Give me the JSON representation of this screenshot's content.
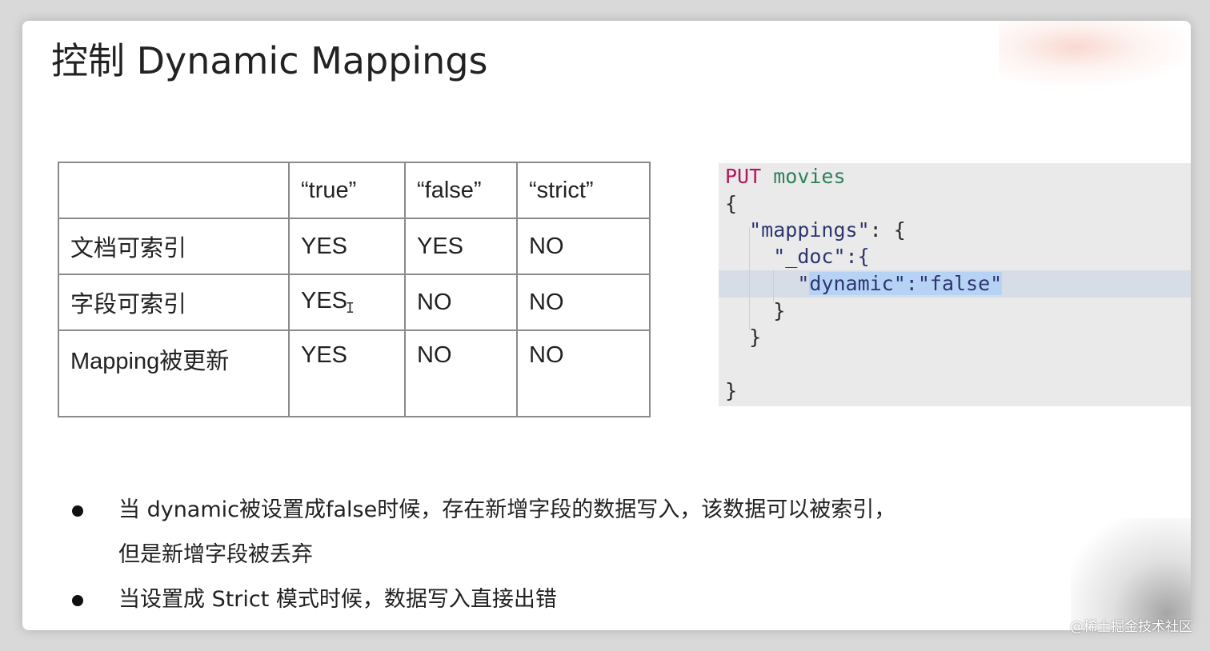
{
  "slide": {
    "title": "控制 Dynamic Mappings"
  },
  "table": {
    "headers": [
      "",
      "“true”",
      "“false”",
      "“strict”"
    ],
    "rows": [
      {
        "label": "文档可索引",
        "values": [
          "YES",
          "YES",
          "NO"
        ]
      },
      {
        "label": "字段可索引",
        "values": [
          "YES",
          "NO",
          "NO"
        ]
      },
      {
        "label": "Mapping被更新",
        "values": [
          "YES",
          "NO",
          "NO"
        ]
      }
    ]
  },
  "code": {
    "method": "PUT",
    "index": "movies",
    "open_brace": "{",
    "mappings_key": "\"mappings\"",
    "mappings_rest": ": {",
    "doc_line": "\"_doc\":{",
    "dynamic_quote_open": "\"",
    "dynamic_key": "dynamic",
    "dynamic_rest": "\":\"false\"",
    "close_doc": "}",
    "close_mappings": "}",
    "close_root": "}"
  },
  "bullets": [
    {
      "line1": "当 dynamic被设置成false时候，存在新增字段的数据写入，该数据可以被索引，",
      "line2": "但是新增字段被丢弃"
    },
    {
      "line1": "当设置成 Strict 模式时候，数据写入直接出错"
    }
  ],
  "watermark": "@稀土掘金技术社区"
}
